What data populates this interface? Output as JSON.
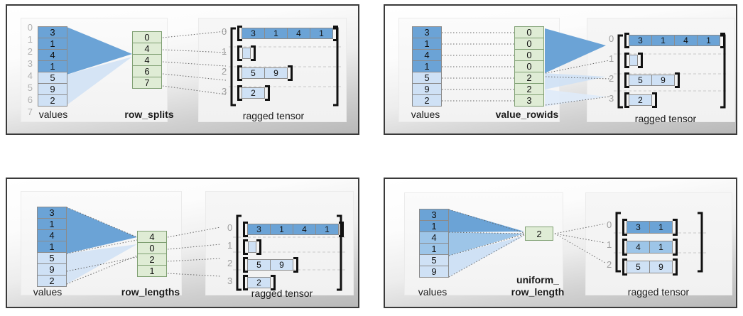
{
  "meta": {
    "title": "RaggedTensor encodings",
    "colors": {
      "blue_dark": "#6ba3d6",
      "blue_mid": "#9dc5e8",
      "blue_light": "#cfe1f5",
      "blue_lightest": "#dfebf9",
      "green": "#dfecd5",
      "green_border": "#7f9f72",
      "cell_border": "#8b8b8b",
      "index_gray": "#b0b0b0",
      "panel_border": "#3a3a3a",
      "fan_dark": "#6ba3d6",
      "fan_light": "#cfe1f5",
      "connector": "#666666"
    }
  },
  "panels": [
    {
      "id": "row_splits",
      "encoding_label": "row_splits",
      "values_label": "values",
      "tensor_label": "ragged tensor",
      "show_index_gutter": true,
      "index_gutter": [
        "0",
        "1",
        "2",
        "3",
        "4",
        "5",
        "6",
        "7"
      ],
      "values": [
        {
          "v": "3",
          "shade": "blue_dark"
        },
        {
          "v": "1",
          "shade": "blue_dark"
        },
        {
          "v": "4",
          "shade": "blue_dark"
        },
        {
          "v": "1",
          "shade": "blue_dark"
        },
        {
          "v": "5",
          "shade": "blue_light"
        },
        {
          "v": "9",
          "shade": "blue_light"
        },
        {
          "v": "2",
          "shade": "blue_light"
        }
      ],
      "encoding_values": [
        "0",
        "4",
        "4",
        "6",
        "7"
      ],
      "tensor_rows": [
        {
          "index": "0",
          "cells": [
            {
              "v": "3",
              "shade": "blue_dark"
            },
            {
              "v": "1",
              "shade": "blue_dark"
            },
            {
              "v": "4",
              "shade": "blue_dark"
            },
            {
              "v": "1",
              "shade": "blue_dark"
            }
          ]
        },
        {
          "index": "1",
          "cells": []
        },
        {
          "index": "2",
          "cells": [
            {
              "v": "5",
              "shade": "blue_light"
            },
            {
              "v": "9",
              "shade": "blue_light"
            }
          ]
        },
        {
          "index": "3",
          "cells": [
            {
              "v": "2",
              "shade": "blue_light"
            }
          ]
        }
      ]
    },
    {
      "id": "value_rowids",
      "encoding_label": "value_rowids",
      "values_label": "values",
      "tensor_label": "ragged tensor",
      "show_index_gutter": false,
      "index_gutter": [],
      "values": [
        {
          "v": "3",
          "shade": "blue_dark"
        },
        {
          "v": "1",
          "shade": "blue_dark"
        },
        {
          "v": "4",
          "shade": "blue_dark"
        },
        {
          "v": "1",
          "shade": "blue_dark"
        },
        {
          "v": "5",
          "shade": "blue_light"
        },
        {
          "v": "9",
          "shade": "blue_light"
        },
        {
          "v": "2",
          "shade": "blue_light"
        }
      ],
      "encoding_values": [
        "0",
        "0",
        "0",
        "0",
        "2",
        "2",
        "3"
      ],
      "tensor_rows": [
        {
          "index": "0",
          "cells": [
            {
              "v": "3",
              "shade": "blue_dark"
            },
            {
              "v": "1",
              "shade": "blue_dark"
            },
            {
              "v": "4",
              "shade": "blue_dark"
            },
            {
              "v": "1",
              "shade": "blue_dark"
            }
          ]
        },
        {
          "index": "1",
          "cells": []
        },
        {
          "index": "2",
          "cells": [
            {
              "v": "5",
              "shade": "blue_light"
            },
            {
              "v": "9",
              "shade": "blue_light"
            }
          ]
        },
        {
          "index": "3",
          "cells": [
            {
              "v": "2",
              "shade": "blue_light"
            }
          ]
        }
      ]
    },
    {
      "id": "row_lengths",
      "encoding_label": "row_lengths",
      "values_label": "values",
      "tensor_label": "ragged tensor",
      "show_index_gutter": false,
      "index_gutter": [],
      "values": [
        {
          "v": "3",
          "shade": "blue_dark"
        },
        {
          "v": "1",
          "shade": "blue_dark"
        },
        {
          "v": "4",
          "shade": "blue_dark"
        },
        {
          "v": "1",
          "shade": "blue_dark"
        },
        {
          "v": "5",
          "shade": "blue_light"
        },
        {
          "v": "9",
          "shade": "blue_light"
        },
        {
          "v": "2",
          "shade": "blue_light"
        }
      ],
      "encoding_values": [
        "4",
        "0",
        "2",
        "1"
      ],
      "tensor_rows": [
        {
          "index": "0",
          "cells": [
            {
              "v": "3",
              "shade": "blue_dark"
            },
            {
              "v": "1",
              "shade": "blue_dark"
            },
            {
              "v": "4",
              "shade": "blue_dark"
            },
            {
              "v": "1",
              "shade": "blue_dark"
            }
          ]
        },
        {
          "index": "1",
          "cells": []
        },
        {
          "index": "2",
          "cells": [
            {
              "v": "5",
              "shade": "blue_light"
            },
            {
              "v": "9",
              "shade": "blue_light"
            }
          ]
        },
        {
          "index": "3",
          "cells": [
            {
              "v": "2",
              "shade": "blue_light"
            }
          ]
        }
      ]
    },
    {
      "id": "uniform_row_length",
      "encoding_label": "uniform_\nrow_length",
      "encoding_label_line1": "uniform_",
      "encoding_label_line2": "row_length",
      "values_label": "values",
      "tensor_label": "ragged tensor",
      "show_index_gutter": false,
      "index_gutter": [],
      "values": [
        {
          "v": "3",
          "shade": "blue_dark"
        },
        {
          "v": "1",
          "shade": "blue_dark"
        },
        {
          "v": "4",
          "shade": "blue_mid"
        },
        {
          "v": "1",
          "shade": "blue_mid"
        },
        {
          "v": "5",
          "shade": "blue_light"
        },
        {
          "v": "9",
          "shade": "blue_light"
        }
      ],
      "encoding_values": [
        "2"
      ],
      "tensor_rows": [
        {
          "index": "0",
          "cells": [
            {
              "v": "3",
              "shade": "blue_dark"
            },
            {
              "v": "1",
              "shade": "blue_dark"
            }
          ]
        },
        {
          "index": "1",
          "cells": [
            {
              "v": "4",
              "shade": "blue_mid"
            },
            {
              "v": "1",
              "shade": "blue_mid"
            }
          ]
        },
        {
          "index": "2",
          "cells": [
            {
              "v": "5",
              "shade": "blue_light"
            },
            {
              "v": "9",
              "shade": "blue_light"
            }
          ]
        }
      ]
    }
  ]
}
